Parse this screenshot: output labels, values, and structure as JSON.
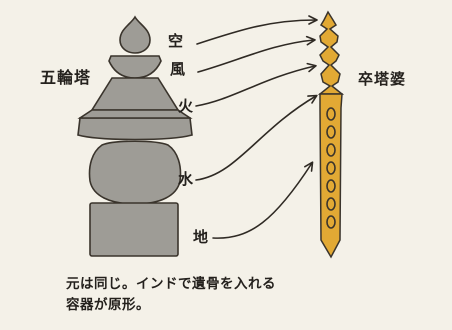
{
  "gorinto": {
    "title": "五輪塔",
    "parts": [
      {
        "label": "空"
      },
      {
        "label": "風"
      },
      {
        "label": "火"
      },
      {
        "label": "水"
      },
      {
        "label": "地"
      }
    ]
  },
  "sotoba": {
    "title": "卒塔婆"
  },
  "caption": {
    "line1": "元は同じ。インドで遺骨を入れる",
    "line2": "容器が原形。"
  },
  "colors": {
    "stone": "#9e9c96",
    "stroke": "#3a342c",
    "stupa_fill": "#e2a934",
    "background": "#f4f1e8"
  }
}
